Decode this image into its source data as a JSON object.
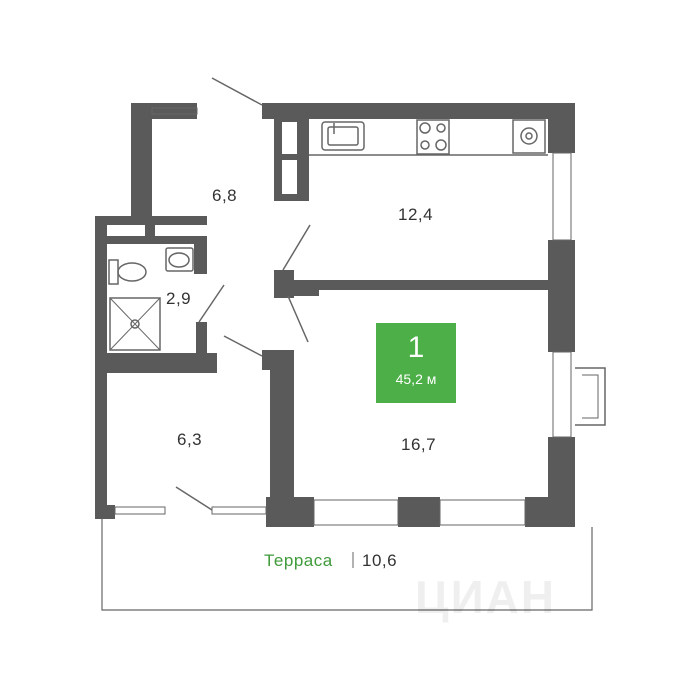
{
  "badge": {
    "rooms": "1",
    "total_area": "45,2 м",
    "color": "#4caf48"
  },
  "rooms": {
    "hall": "6,8",
    "kitchen": "12,4",
    "bathroom": "2,9",
    "living_room": "16,7",
    "bedroom": "6,3",
    "terrace_name": "Терраса",
    "terrace_area": "10,6"
  },
  "colors": {
    "wall": "#5a5a5a",
    "line": "#666666",
    "accent": "#3f9a3a"
  },
  "watermark": "ЦИАН"
}
